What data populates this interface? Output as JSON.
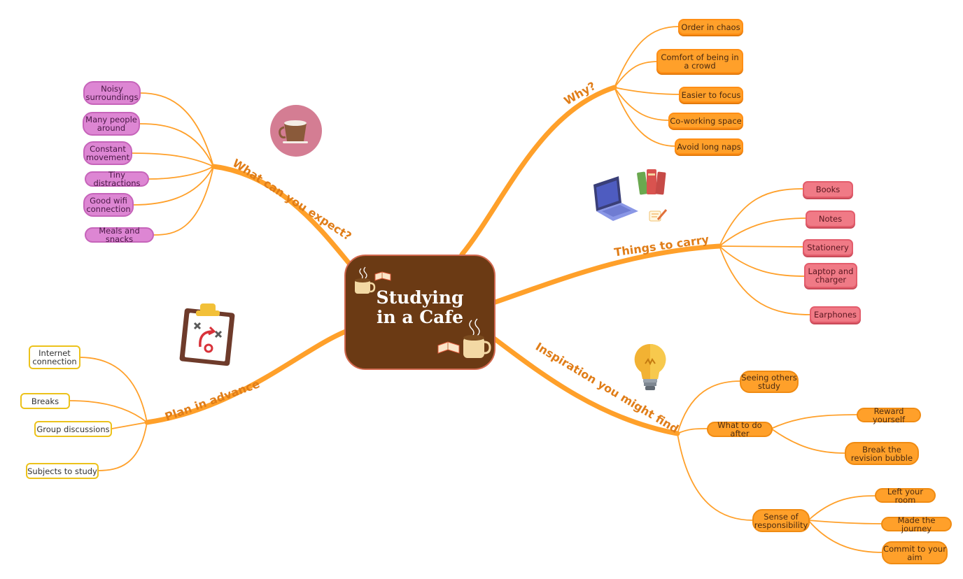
{
  "central": {
    "title_line1": "Studying",
    "title_line2": "in a Cafe"
  },
  "branches": {
    "why": {
      "label": "Why?",
      "items": [
        "Order in chaos",
        "Comfort of being in a crowd",
        "Easier to focus",
        "Co-working space",
        "Avoid long naps"
      ]
    },
    "things": {
      "label": "Things to carry",
      "items": [
        "Books",
        "Notes",
        "Stationery",
        "Laptop and charger",
        "Earphones"
      ]
    },
    "inspiration": {
      "label": "Inspiration you might find",
      "seeing": "Seeing others study",
      "what_after": {
        "label": "What to do after",
        "items": [
          "Reward yourself",
          "Break the revision bubble"
        ]
      },
      "sense": {
        "label": "Sense of responsibility",
        "items": [
          "Left your room",
          "Made the journey",
          "Commit to your aim"
        ]
      }
    },
    "expect": {
      "label": "What can you expect?",
      "items": [
        "Noisy surroundings",
        "Many people around",
        "Constant movement",
        "Tiny distractions",
        "Good wifi connection",
        "Meals and snacks"
      ]
    },
    "plan": {
      "label": "Plan in advance",
      "items": [
        "Internet connection",
        "Breaks",
        "Group discussions",
        "Subjects to study"
      ]
    }
  },
  "icons": [
    "coffee-cup-icon",
    "laptop-icon",
    "books-icon",
    "notepad-pencil-icon",
    "lightbulb-icon",
    "clipboard-strategy-icon",
    "coffee-mug-icon",
    "open-book-icon"
  ],
  "colors": {
    "central_bg": "#6b3a14",
    "branch_line": "#ffa02a",
    "branch_text": "#e07d18",
    "why_nodes": "#ffa02a",
    "things_nodes": "#f07a86",
    "expect_nodes": "#dd86d3",
    "plan_border": "#ecc21b"
  }
}
